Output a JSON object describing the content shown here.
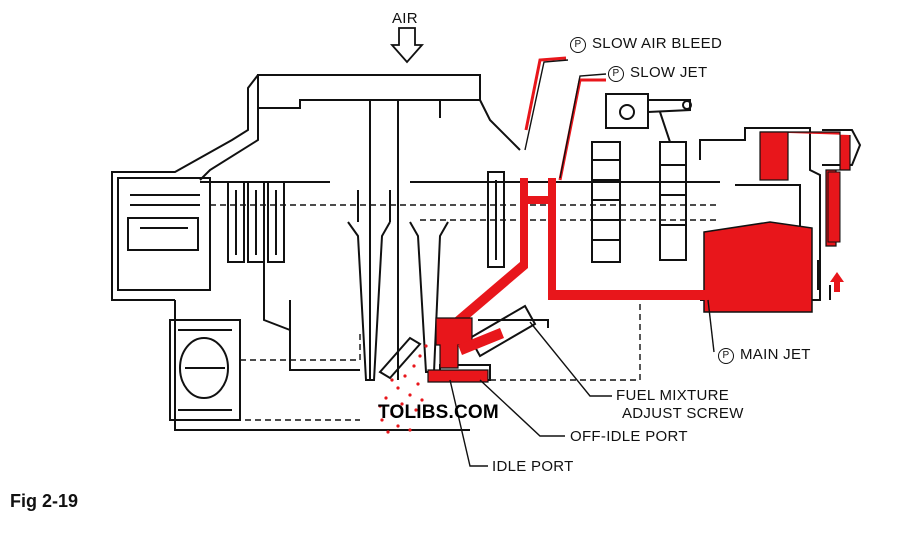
{
  "labels": {
    "air": "AIR",
    "slow_air_bleed": "SLOW AIR BLEED",
    "slow_jet": "SLOW JET",
    "main_jet": "MAIN JET",
    "fuel_mixture_adjust_screw_line1": "FUEL MIXTURE",
    "fuel_mixture_adjust_screw_line2": "ADJUST SCREW",
    "off_idle_port": "OFF-IDLE PORT",
    "idle_port": "IDLE PORT",
    "part_marker": "P"
  },
  "watermark": "TOLIBS.COM",
  "figure_label": "Fig 2-19",
  "colors": {
    "fuel": "#e8161b",
    "line": "#111111",
    "background": "#ffffff"
  }
}
